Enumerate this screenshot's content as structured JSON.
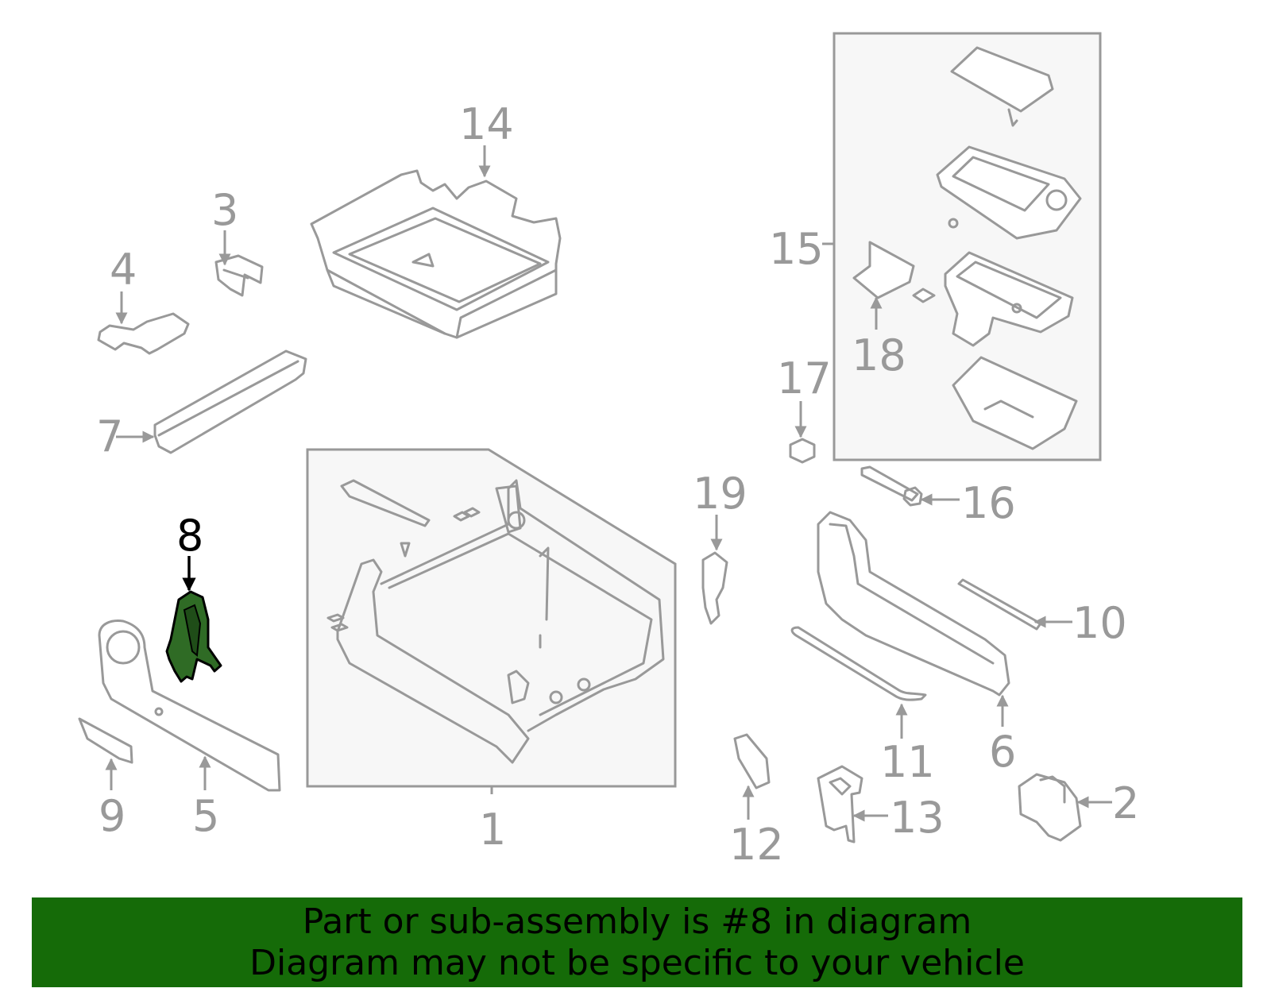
{
  "diagram": {
    "highlighted_part": "8",
    "callouts": [
      "1",
      "2",
      "3",
      "4",
      "5",
      "6",
      "7",
      "8",
      "9",
      "10",
      "11",
      "12",
      "13",
      "14",
      "15",
      "16",
      "17",
      "18",
      "19"
    ],
    "colors": {
      "line": "#999999",
      "highlight_fill": "#2f6b25",
      "banner": "#156b08",
      "active_label": "#000000"
    }
  },
  "banner": {
    "line1": "Part or sub-assembly is #8 in diagram",
    "line2": "Diagram may not be specific to your vehicle"
  }
}
